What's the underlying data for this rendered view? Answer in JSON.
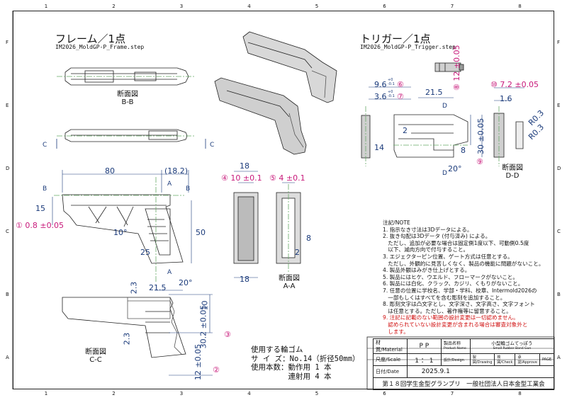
{
  "grid": {
    "columns": [
      "1",
      "2",
      "3",
      "4",
      "5",
      "6",
      "7",
      "8"
    ],
    "rows": [
      "F",
      "E",
      "D",
      "C",
      "B",
      "A"
    ]
  },
  "frame": {
    "title": "フレーム／1点",
    "file": "IM2026_MoldGP-P_Frame.step",
    "section_bb": "断面図\nB-B",
    "section_aa": "断面図\nA-A",
    "section_cc": "断面図\nC-C",
    "dims": {
      "d80": "80",
      "d18_2": "(18.2)",
      "d18a": "18",
      "d18b": "18",
      "d15": "15",
      "d50": "50",
      "d25": "25",
      "d10deg": "10°",
      "d20deg": "20°",
      "d21_5": "21.5",
      "d2_3a": "2.3",
      "d2_3b": "2.3",
      "d8": "8",
      "d2": "2",
      "d10": "10"
    },
    "tol": {
      "t1": "① 0.8 ±0.05",
      "t4": "④ 10 ±0.1",
      "t5": "⑤ 4 ±0.1",
      "t3": "30.2 ±0.05",
      "t3n": "③",
      "t2": "12 ±0.05",
      "t2n": "②"
    },
    "markers": {
      "A": "A",
      "B": "B",
      "C": "C"
    }
  },
  "trigger": {
    "title": "トリガー／1点",
    "file": "IM2026_MoldGP-P_Trigger.step",
    "section_dd": "断面図\nD-D",
    "dims": {
      "d9_6": "9.6",
      "d3_6": "3.6",
      "tol_up": "+0",
      "tol_dn": "-0.1",
      "n6": "⑥",
      "n7": "⑦",
      "d21_5": "21.5",
      "d12": "⑧ 12 ±0.05",
      "d30": "30 ±0.05",
      "n9": "⑨",
      "d14": "14",
      "d2": "2",
      "d8": "8",
      "d20deg": "20°",
      "d7_2": "⑩ 7.2 ±0.05",
      "d1_6": "1.6",
      "r03a": "R0.3",
      "r03b": "R0.3",
      "D": "D"
    }
  },
  "notes": {
    "heading": "注記/NOTE",
    "items": [
      "1. 指示なき寸法は3Dデータによる。",
      "2. 抜き勾配は3Dデータ (付与済み) による。",
      "   ただし、追加が必要な場合は固定側1度以下、可動側0.5度",
      "   以下、減肉方向で付与すること。",
      "3. エジェクターピン位置、ゲート方式は任意とする。",
      "   ただし、外観的に見苦しくなく、製品の機能に問題がないこと。",
      "4. 製品外観はみがき仕上げとする。",
      "5. 製品にはヒケ、ウエルド、フローマークがないこと。",
      "6. 製品には白化、クラック、カジリ、くもりがないこと。",
      "7. 任意の位置に学校名、学部・学科、校章、Intermold2026の",
      "   一部もしくはすべてを含む彫刻を追加すること。",
      "8. 彫刻文字は凸文字とし、文字深さ、文字高さ、文字フォント",
      "   は任意とする。ただし、著作権等に留意すること。"
    ],
    "red_items": [
      "9. 注記に記載のない範囲の設計変更は一切認めません。",
      "   認められていない設計変更が含まれる場合は審査対象外と",
      "   します。"
    ]
  },
  "usage": {
    "heading": "使用する輪ゴム",
    "size": "サ イ ズ：No.14（折径50mm）",
    "count1": "使用本数：動作用 1 本",
    "count2": "　　　　　連射用 4 本"
  },
  "title_block": {
    "material_label": "材質/Material",
    "material": "P P",
    "product_label": "製品名称",
    "product_label_en": "Product Name",
    "product_name": "小型輪ゴムてっぽう",
    "product_name_en": "Small Rubber Band Gun",
    "scale_label": "尺度/Scale",
    "scale": "1 ： 1",
    "design_label": "設計/Design",
    "drawing_label": "製図/Drawing",
    "check_label": "検図/Check",
    "approve_label": "承認/Approve",
    "page_label": "PAGE",
    "date_label": "日付/Date",
    "date": "2025.9.1",
    "footer": "第１８回学生金型グランプリ　一般社団法人日本金型工業会"
  }
}
